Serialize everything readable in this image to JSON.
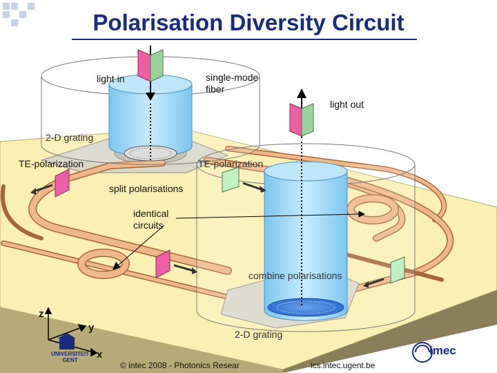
{
  "title": "Polarisation Diversity Circuit",
  "labels": {
    "light_in": "light in",
    "single_mode_fiber": "single-mode\nfiber",
    "light_out": "light out",
    "grating_top": "2-D grating",
    "te_left": "TE-polarization",
    "te_right": "TE-polarization",
    "split": "split polarisations",
    "identical_circuits": "identical\ncircuits",
    "combine": "combine polarisations",
    "grating_bottom": "2-D grating"
  },
  "axes": {
    "z": "z",
    "y": "y",
    "x": "x"
  },
  "footer": {
    "left": "© intec 2008 - Photonics Resear",
    "right": "ics.intec.ugent.be"
  },
  "logos": {
    "university": "UNIVERSITEIT\nGENT",
    "imec": "imec"
  },
  "colors": {
    "title": "#1a2c82",
    "substrate": "#fbefb4",
    "waveguide": "#efb888",
    "fiber": "#9fd7f3",
    "polarizer_pink": "#ec5fa4",
    "polarizer_green": "#c3efc4"
  }
}
